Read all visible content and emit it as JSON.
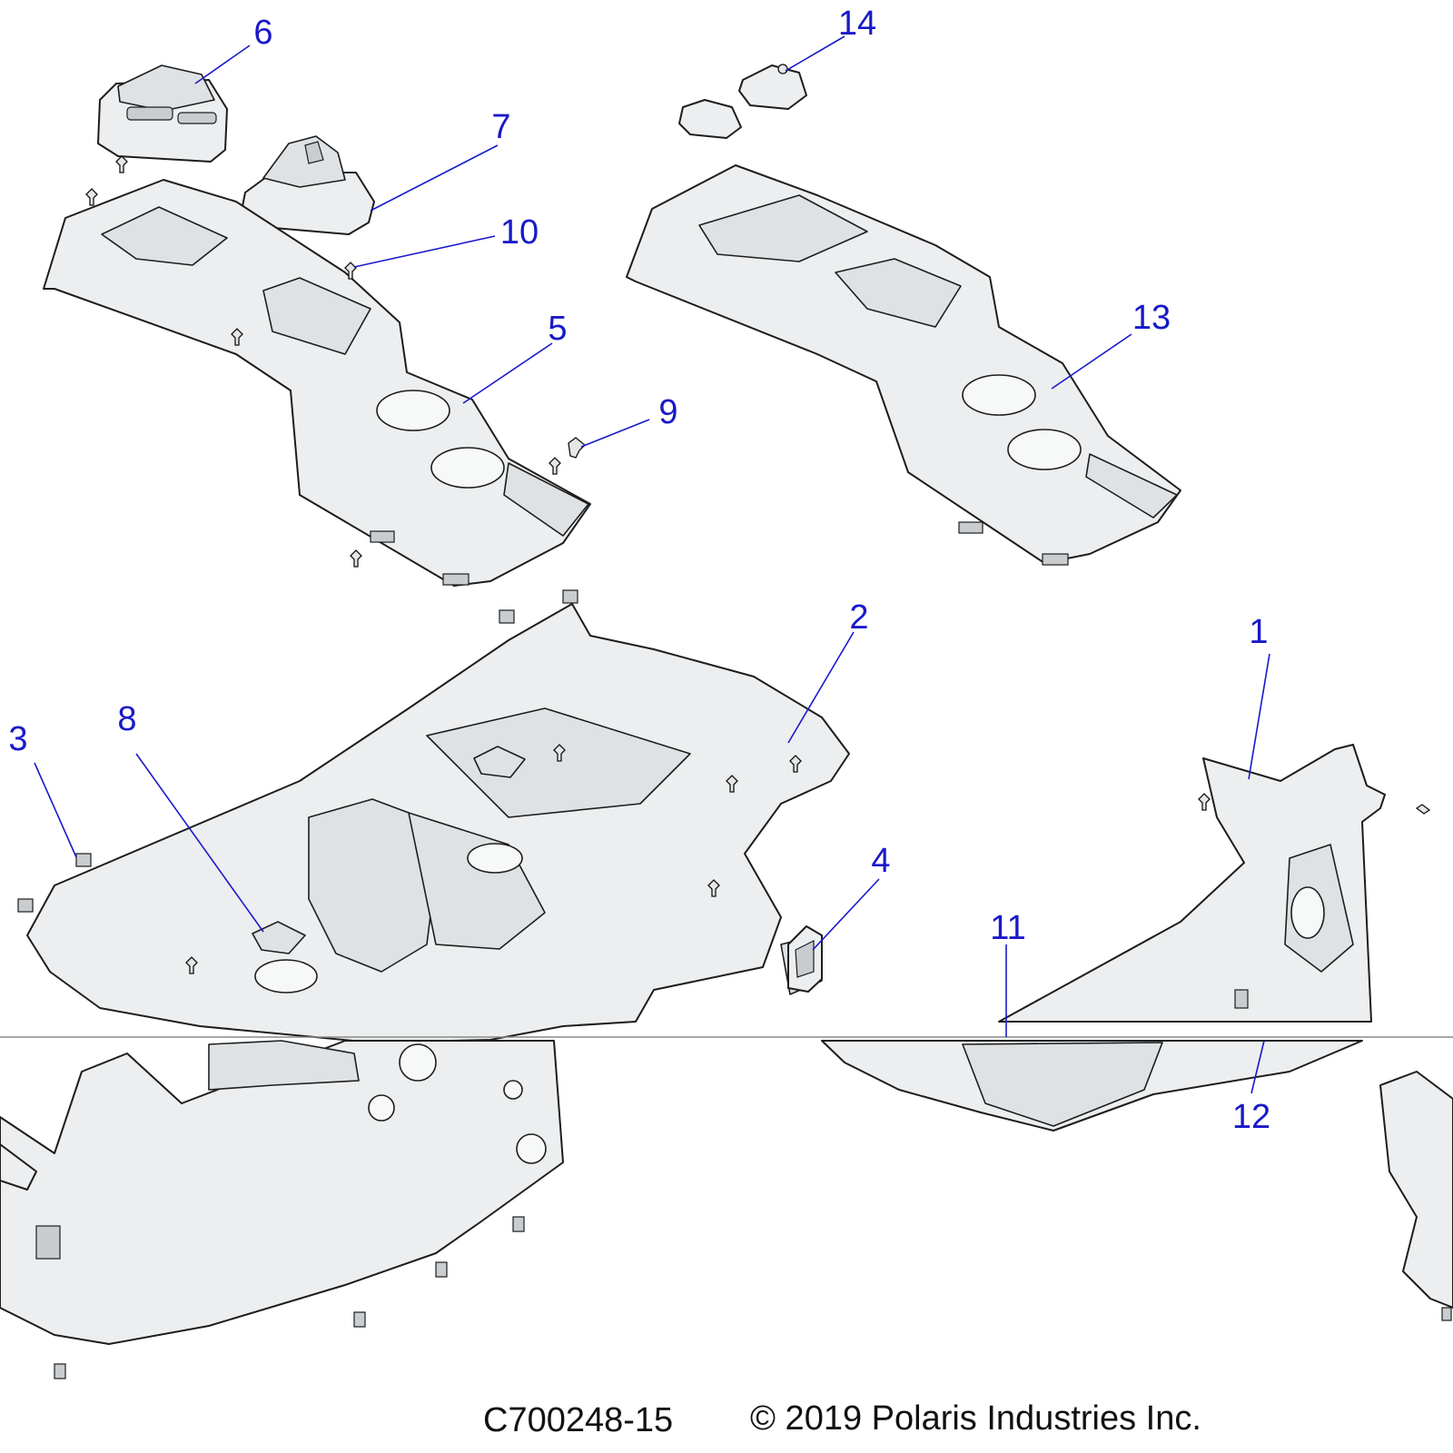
{
  "callouts": {
    "c1": "1",
    "c2": "2",
    "c3": "3",
    "c4": "4",
    "c5": "5",
    "c6": "6",
    "c7": "7",
    "c8": "8",
    "c9": "9",
    "c10": "10",
    "c11": "11",
    "c12": "12",
    "c13": "13",
    "c14": "14"
  },
  "footer": {
    "drawing_number": "C700248-15",
    "copyright": "© 2019 Polaris Industries Inc."
  },
  "colors": {
    "callout": "#1919c8",
    "part_fill": "#eceeef",
    "outline": "#1d1d1d"
  }
}
